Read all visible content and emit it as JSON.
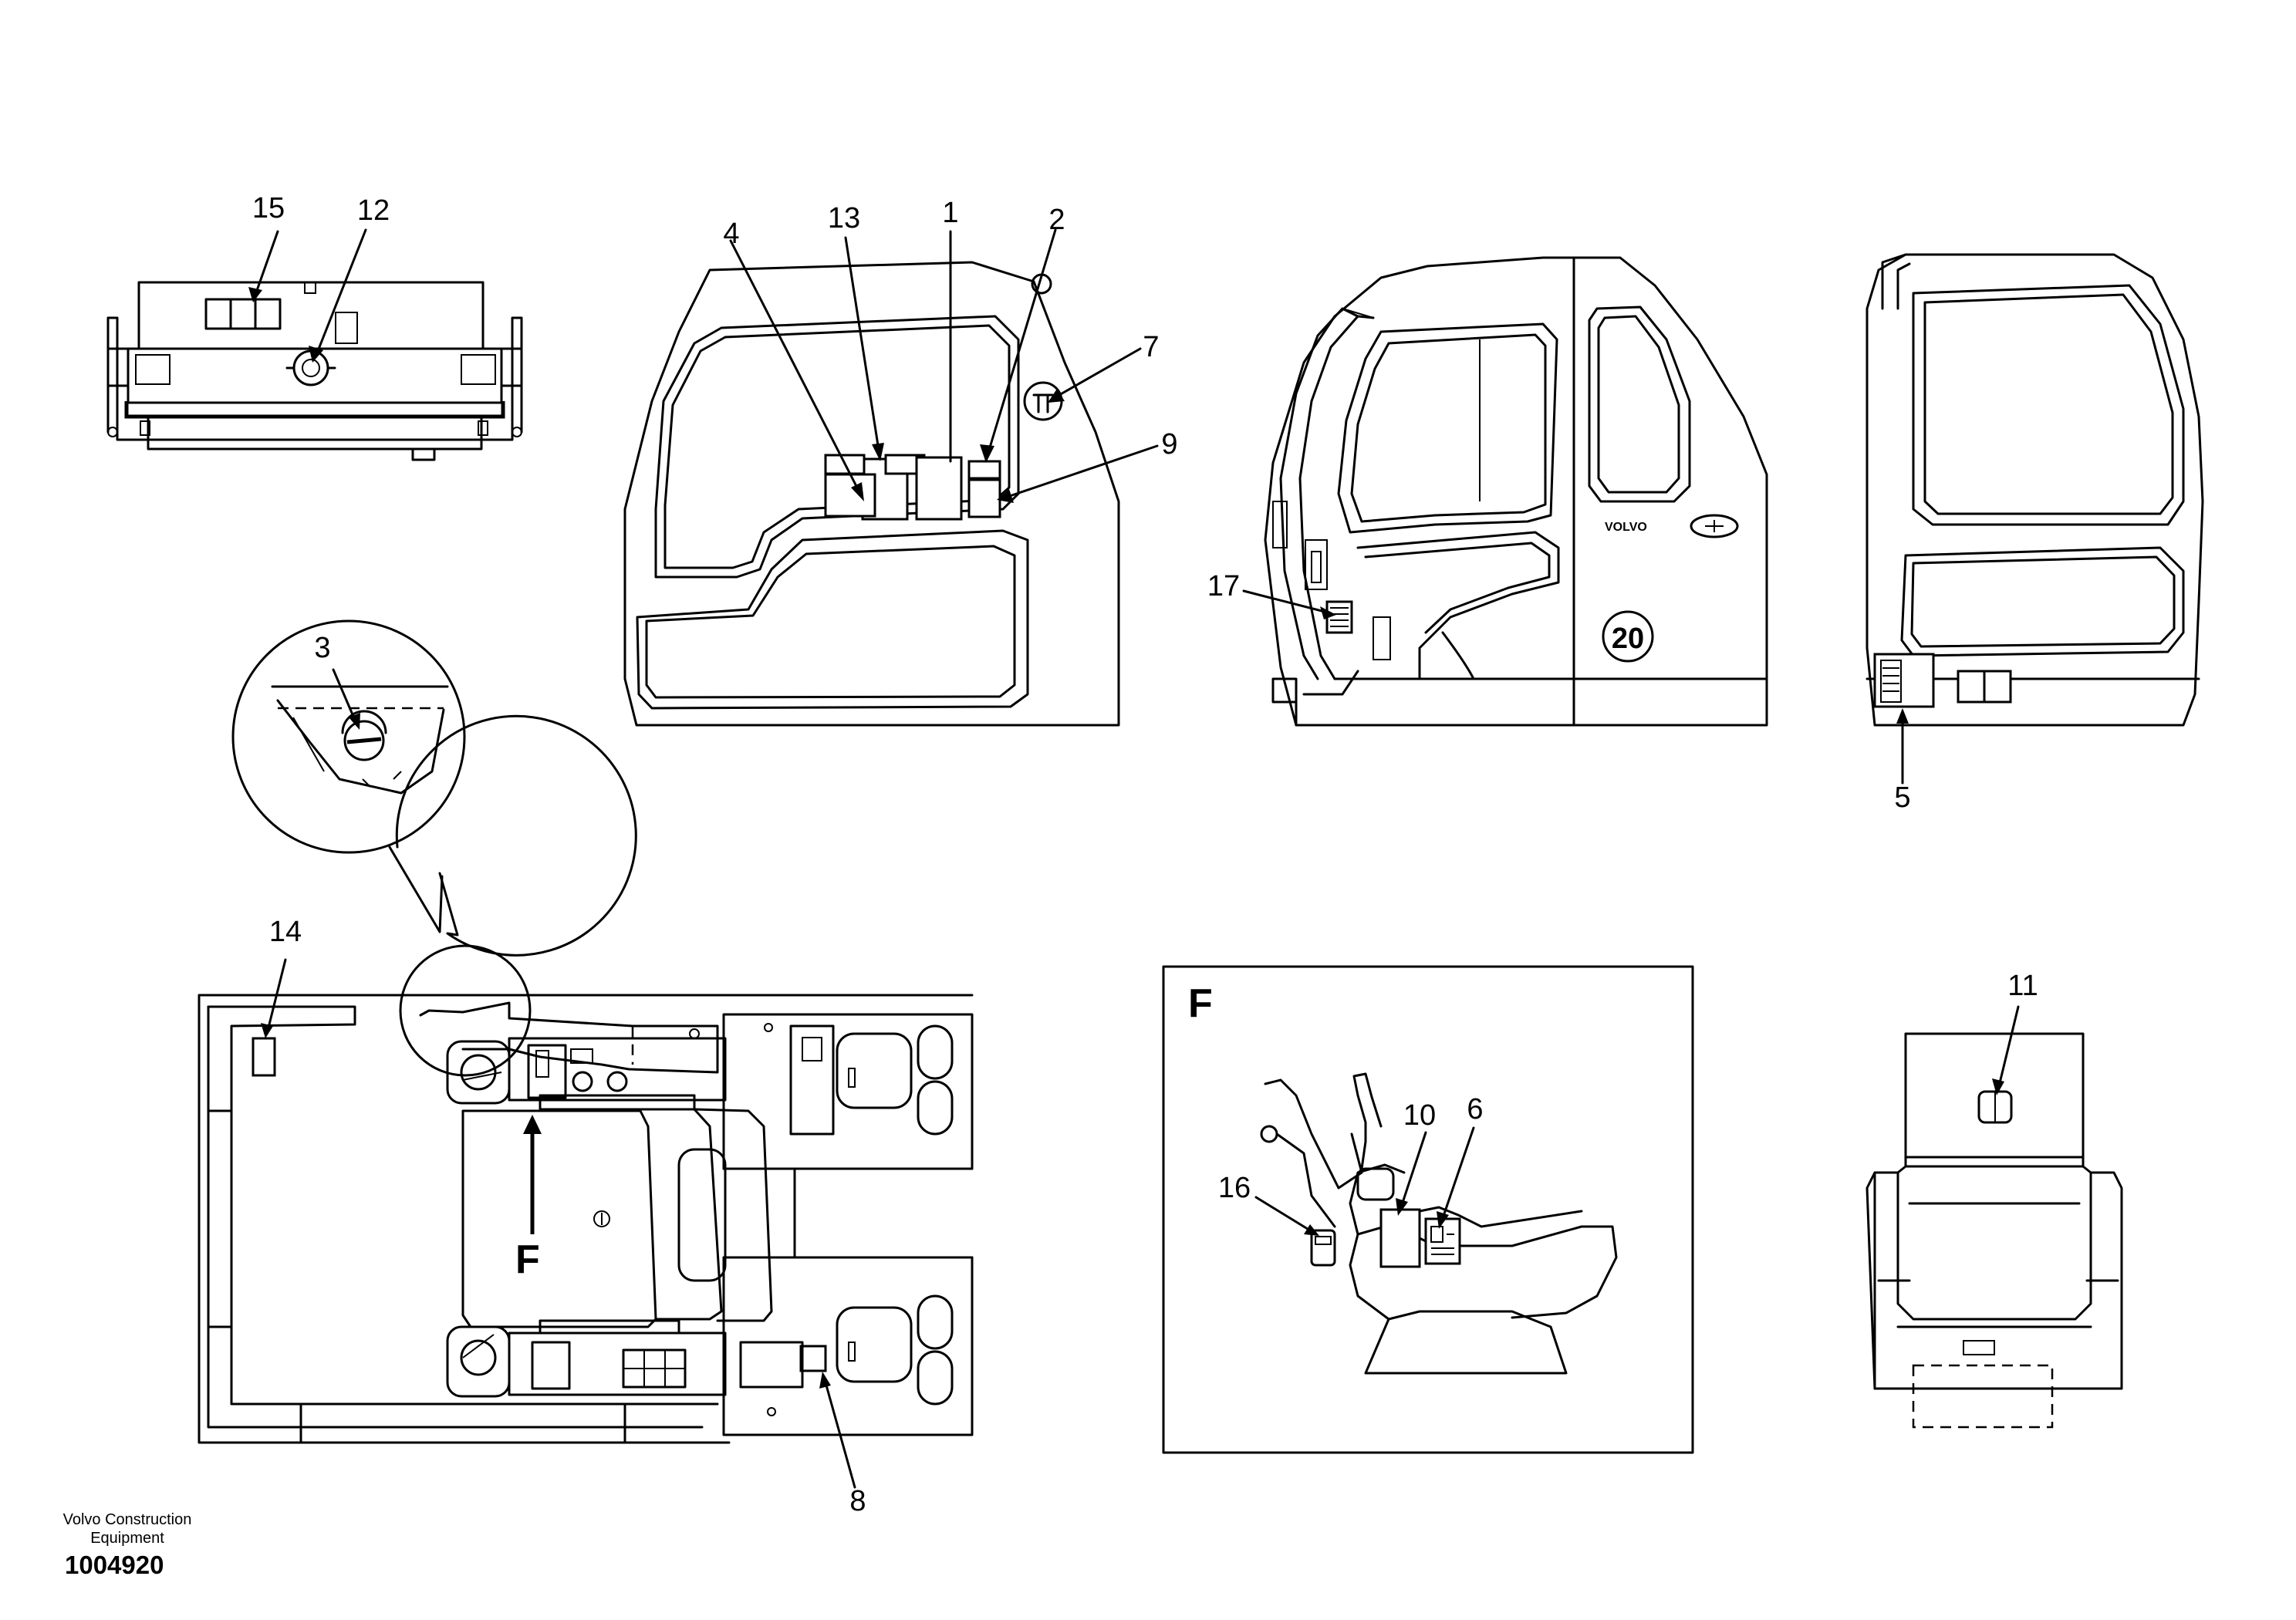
{
  "callouts": {
    "c1": "1",
    "c2": "2",
    "c3": "3",
    "c4": "4",
    "c5": "5",
    "c6": "6",
    "c7": "7",
    "c8": "8",
    "c9": "9",
    "c10": "10",
    "c11": "11",
    "c12": "12",
    "c13": "13",
    "c14": "14",
    "c15": "15",
    "c16": "16",
    "c17": "17"
  },
  "detail_letter": "F",
  "view_marker": "F",
  "cab_number": "20",
  "cab_brand": "VOLVO",
  "footer": {
    "company": "Volvo Construction Equipment",
    "drawing_number": "1004920"
  }
}
